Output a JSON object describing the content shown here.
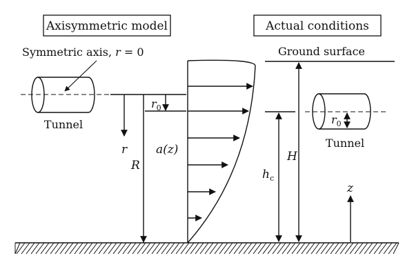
{
  "boxes": {
    "left_title": "Axisymmetric model",
    "right_title": "Actual conditions"
  },
  "labels": {
    "symmetric_axis_prefix": "Symmetric axis, ",
    "symmetric_axis_r": "r",
    "symmetric_axis_suffix": " = 0",
    "tunnel_left": "Tunnel",
    "tunnel_right": "Tunnel",
    "ground_surface": "Ground surface",
    "r": "r",
    "R": "R",
    "r0_base": "r",
    "r0_sub": "0",
    "az": "a(z)",
    "H": "H",
    "hc_base": "h",
    "hc_sub": "c",
    "z": "z"
  }
}
